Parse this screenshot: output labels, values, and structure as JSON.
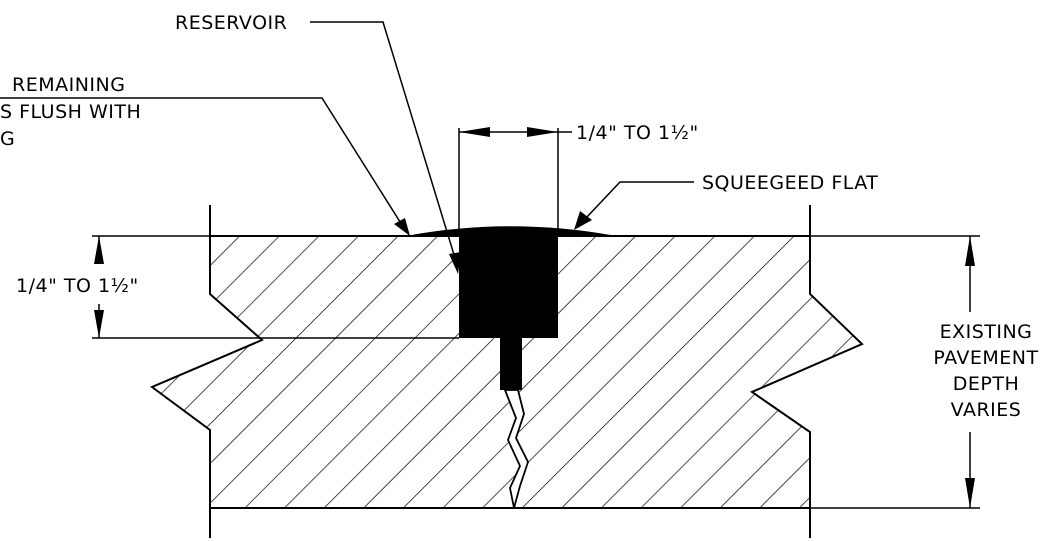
{
  "labels": {
    "reservoir": "RESERVOIR",
    "remaining_line1": "REMAINING",
    "remaining_line2": "S  FLUSH  WITH",
    "remaining_line3": "G",
    "top_width_dim": "1/4\"  TO  1½\"",
    "squeegeed": "SQUEEGEED  FLAT",
    "left_depth_dim": "1/4\"  TO  1½\"",
    "existing_line1": "EXISTING",
    "existing_line2": "PAVEMENT",
    "existing_line3": "DEPTH",
    "existing_line4": "VARIES"
  },
  "colors": {
    "ink": "#000000",
    "paper": "#ffffff"
  }
}
